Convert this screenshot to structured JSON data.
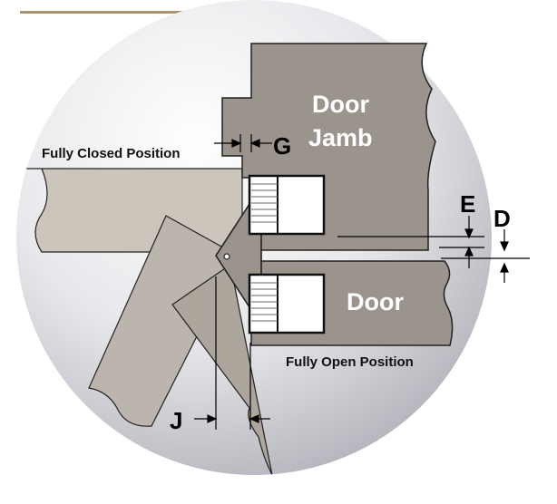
{
  "colors": {
    "accent_line": "#a8946f",
    "jamb_fill": "#9b948d",
    "leaf_closed_fill": "#cbc5bc",
    "leaf_open_fill": "#aca69d",
    "leaf_mid_fill": "#bbb5ad",
    "outline": "#222222",
    "dimension_line": "#000000",
    "label_on_part": "#ffffff",
    "label_text": "#111111"
  },
  "labels": {
    "door_jamb_line1": "Door",
    "door_jamb_line2": "Jamb",
    "door": "Door",
    "fully_closed": "Fully Closed Position",
    "fully_open": "Fully Open Position"
  },
  "dimensions": {
    "g": "G",
    "e": "E",
    "d": "D",
    "j": "J"
  }
}
